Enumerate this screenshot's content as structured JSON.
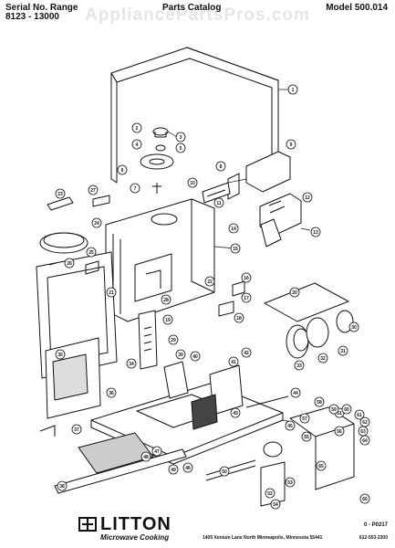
{
  "header": {
    "serial_title": "Serial No. Range",
    "serial_range": "8123 - 13000",
    "catalog_title": "Parts Catalog",
    "model": "Model 500.014",
    "watermark": "AppliancePartsPros.com"
  },
  "diagram": {
    "part_numbers": [
      "1",
      "2",
      "3",
      "4",
      "5",
      "6",
      "7",
      "8",
      "9",
      "10",
      "11",
      "12",
      "13",
      "14",
      "15",
      "16",
      "17",
      "18",
      "19",
      "20",
      "21",
      "22",
      "23",
      "24",
      "25",
      "26",
      "27",
      "28",
      "29",
      "30",
      "31",
      "32",
      "33",
      "34",
      "35",
      "36",
      "37",
      "38",
      "39",
      "40",
      "41",
      "42",
      "43",
      "44",
      "45",
      "46",
      "47",
      "48",
      "49",
      "50",
      "51",
      "52",
      "53",
      "54",
      "55",
      "56",
      "57",
      "58",
      "59",
      "60",
      "61",
      "62",
      "63",
      "64",
      "65",
      "66"
    ]
  },
  "footer": {
    "brand": "LITTON",
    "subtitle": "Microwave Cooking",
    "address": "1405 Xenium Lane North   Minneapolis, Minnesota  55441",
    "phone": "612-553-2300",
    "diagram_code": "0 - P0217"
  }
}
